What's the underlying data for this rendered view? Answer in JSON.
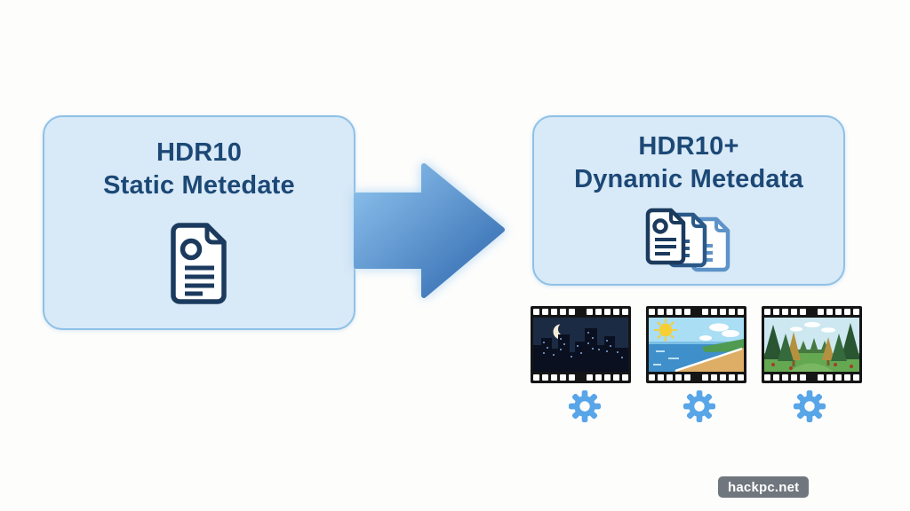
{
  "left_box": {
    "title_line1": "HDR10",
    "title_line2": "Static Metedate",
    "icon": "document-icon"
  },
  "right_box": {
    "title_line1": "HDR10+",
    "title_line2": "Dynamic Metedata",
    "icon": "documents-stack-icon"
  },
  "arrow": {
    "icon": "right-arrow-icon",
    "direction": "right"
  },
  "film_strips": [
    {
      "icon": "film-strip-icon",
      "scene": "night-city"
    },
    {
      "icon": "film-strip-icon",
      "scene": "sunny-beach"
    },
    {
      "icon": "film-strip-icon",
      "scene": "forest"
    }
  ],
  "gears": [
    {
      "icon": "gear-icon"
    },
    {
      "icon": "gear-icon"
    },
    {
      "icon": "gear-icon"
    }
  ],
  "watermark": {
    "text": "hackpc.net"
  },
  "colors": {
    "background": "#fdfdfc",
    "box_fill": "#d8e9f7",
    "box_border": "#8ec1e7",
    "title_text": "#1c4876",
    "doc_stroke_front": "#1b3a5e",
    "doc_stroke_mid": "#2a5988",
    "doc_stroke_back": "#5d93c8",
    "arrow_gradient_start": "#8fc4ee",
    "arrow_gradient_end": "#2d66ad",
    "gear": "#58a5e8",
    "watermark_bg": "#70767e"
  }
}
